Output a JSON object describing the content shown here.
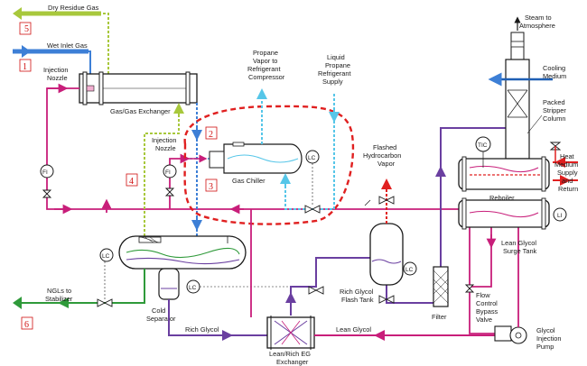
{
  "labels": {
    "dry_residue_gas": "Dry Residue Gas",
    "wet_inlet_gas": "Wet Inlet Gas",
    "injection_nozzle_1": [
      "Injection",
      "Nozzle"
    ],
    "gas_gas_exchanger": "Gas/Gas Exchanger",
    "injection_nozzle_2": [
      "Injection",
      "Nozzle"
    ],
    "propane_vapor": [
      "Propane",
      "Vapor to",
      "Refrigerant",
      "Compressor"
    ],
    "liquid_propane": [
      "Liquid",
      "Propane",
      "Refrigerant",
      "Supply"
    ],
    "gas_chiller": "Gas Chiller",
    "flashed_vapor": [
      "Flashed",
      "Hydrocarbon",
      "Vapor"
    ],
    "steam": [
      "Steam to",
      "Atmosphere"
    ],
    "cooling_medium": [
      "Cooling",
      "Medium"
    ],
    "packed_stripper": [
      "Packed",
      "Stripper",
      "Column"
    ],
    "heat_medium": [
      "Heat",
      "Medium",
      "Supply",
      "and",
      "Return"
    ],
    "reboiler": "Reboiler",
    "lean_glycol_surge": [
      "Lean Glycol",
      "Surge Tank"
    ],
    "rich_glycol_flash": [
      "Rich Glycol",
      "Flash Tank"
    ],
    "filter": "Filter",
    "flow_control": [
      "Flow",
      "Control",
      "Bypass",
      "Valve"
    ],
    "glycol_pump": [
      "Glycol",
      "Injection",
      "Pump"
    ],
    "ngls": [
      "NGLs to",
      "Stabilizer"
    ],
    "cold_separator": [
      "Cold",
      "Separator"
    ],
    "rich_glycol": "Rich Glycol",
    "lean_glycol": "Lean Glycol",
    "lean_rich_exchanger": [
      "Lean/Rich EG",
      "Exchanger"
    ]
  },
  "instruments": {
    "fi": "FI",
    "lc": "LC",
    "tic": "TIC",
    "li": "LI"
  },
  "markers": [
    "1",
    "2",
    "3",
    "4",
    "5",
    "6"
  ],
  "colors": {
    "gas_green": "#a8c83c",
    "inlet_blue": "#3d7fd6",
    "glycol_magenta": "#c81e7a",
    "rich_purple": "#6a3fa0",
    "ngl_green": "#2f9a3a",
    "propane_cyan": "#56c6e8",
    "highlight_red": "#e02020",
    "marker_red": "#d01010"
  }
}
